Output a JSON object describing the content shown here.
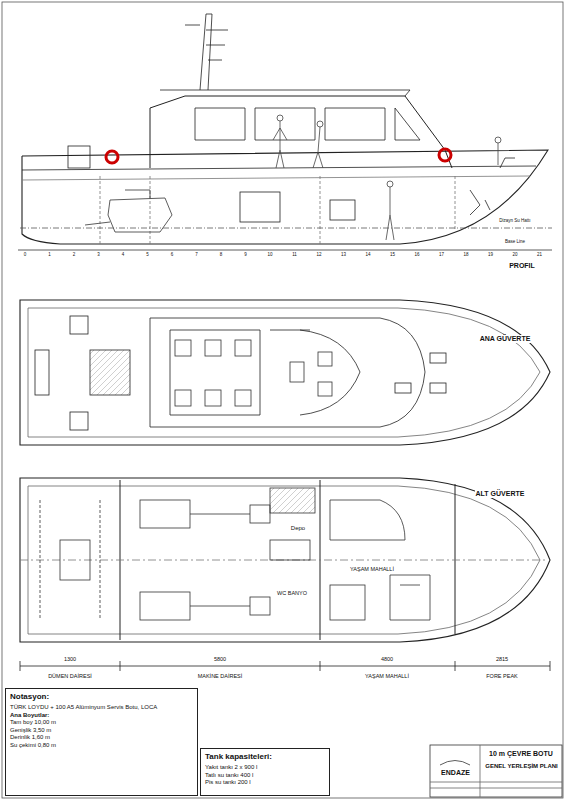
{
  "diagram": {
    "title": "10 m ÇEVRE BOTU",
    "nodes": [
      {
        "text": [
          "Notasyon:",
          "TÜRK LOYDU + 100 A5 Alüminyum Servis Botu, LOCA",
          "Ana Boyutlar:",
          "Tam boy 10,00 m",
          "Genişlik 3,50 m",
          "Derinlik 1,60 m",
          "Su çekimi 0,80 m"
        ]
      },
      {
        "text": [
          "Tank kapasiteleri:",
          "Yakıt tankı 2 x 900 l",
          "Tatlı su tankı 400 l",
          "Pis su tankı 200 l"
        ]
      },
      {
        "text": [
          "ENDAZE"
        ]
      },
      {
        "text": [
          "GENEL YERLEŞİM PLANI"
        ]
      }
    ],
    "labels": [
      "PROFIL",
      "ANA GÜVERTE",
      "ALT GÜVERTE",
      "DÜMEN DAİRESİ",
      "MAKİNE DAİRESİ",
      "YAŞAM MAHALLİ",
      "FORE PEAK",
      "1300",
      "5800",
      "4800",
      "2815",
      "Depo",
      "YAŞAM MAHALLİ",
      "WC BANYO",
      "Dizayn Su Hattı",
      "Base Line",
      "0",
      "1",
      "2",
      "3",
      "4",
      "5",
      "6",
      "7",
      "8",
      "9",
      "10",
      "11",
      "12",
      "13",
      "14",
      "15",
      "16",
      "17",
      "18",
      "19",
      "20",
      "21"
    ]
  }
}
